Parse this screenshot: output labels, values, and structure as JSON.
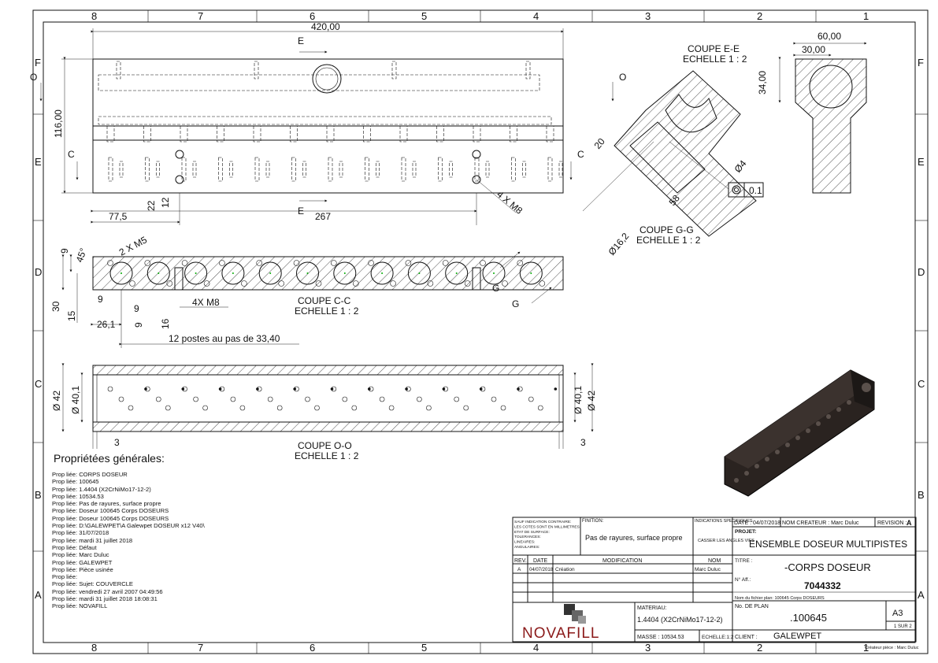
{
  "border": {
    "top_columns": [
      "8",
      "7",
      "6",
      "5",
      "4",
      "3",
      "2",
      "1"
    ],
    "bottom_columns": [
      "8",
      "7",
      "6",
      "5",
      "4",
      "3",
      "2",
      "1"
    ],
    "left_rows": [
      "F",
      "E",
      "D",
      "C",
      "B",
      "A"
    ],
    "right_rows": [
      "F",
      "E",
      "D",
      "C",
      "B",
      "A"
    ]
  },
  "front_view": {
    "dim_length": "420,00",
    "dim_height": "116,00",
    "dim_77": "77,5",
    "dim_267": "267",
    "dim_22": "22",
    "dim_12": "12",
    "thread_note": "4 X M8",
    "section_e_top": "E",
    "section_e_bottom": "E",
    "section_c_left": "C",
    "section_c_right": "C",
    "section_o_left": "O",
    "section_o_right": "O",
    "section_f": "F"
  },
  "section_ee": {
    "title": "COUPE E-E",
    "scale": "ECHELLE 1 : 2"
  },
  "side_view": {
    "dim_60": "60,00",
    "dim_30": "30,00",
    "dim_34": "34,00"
  },
  "section_gg": {
    "title": "COUPE G-G",
    "scale": "ECHELLE 1 : 2",
    "dim_20": "20",
    "dim_58": "58",
    "dim_dia4": "Ø4",
    "dim_dia16": "Ø16,2",
    "tolerance": "0.1"
  },
  "section_cc": {
    "title": "COUPE C-C",
    "scale": "ECHELLE 1 : 2",
    "dim_9a": "9",
    "dim_45": "45°",
    "note_m5": "2 X M5",
    "dim_30": "30",
    "dim_15": "15",
    "dim_9b": "9",
    "dim_9c": "9",
    "dim_9d": "9",
    "dim_26": "26,1",
    "dim_16": "16",
    "note_m8": "4X M8",
    "pitch_note": "12 postes au pas de 33,40",
    "label_g1": "G",
    "label_g2": "G"
  },
  "section_oo": {
    "title": "COUPE O-O",
    "scale": "ECHELLE 1 : 2",
    "dim_d42_left": "Ø 42",
    "dim_d40_left": "Ø 40,1",
    "dim_d42_right": "Ø 42",
    "dim_d40_right": "Ø 40,1",
    "dim_3_left": "3",
    "dim_3_right": "3"
  },
  "properties": {
    "heading": "Propriétées générales:",
    "lines": [
      "Prop liée: CORPS DOSEUR",
      "Prop liée: 100645",
      "Prop liée: 1.4404 (X2CrNiMo17-12-2)",
      "Prop liée: 10534.53",
      "Prop liée: Pas de rayures, surface propre",
      "Prop liée: Doseur 100645 Corps DOSEURS",
      "Prop liée: Doseur 100645 Corps DOSEURS",
      "Prop liée: D:\\GALEWPET\\A Galewpet DOSEUR x12 V40\\",
      "Prop liée: 31/07/2018",
      "Prop liée: mardi 31 juillet 2018",
      "Prop liée: Défaut",
      "Prop liée: Marc Duluc",
      "Prop liée: GALEWPET",
      "Prop liée: Pièce usinée",
      "Prop liée:",
      "Prop liée: Sujet: COUVERCLE",
      "Prop liée: vendredi 27 avril 2007 04:49:56",
      "Prop liée: mardi 31 juillet 2018 18:08:31",
      "Prop liée: NOVAFILL"
    ]
  },
  "title_block": {
    "general_notes": [
      "SAUF INDICATION CONTRAIRE:",
      "LES COTES SONT EN MILLIMETRES",
      "ETAT DE SURFACE:",
      "TOLERANCES:",
      "LINEAIRES:",
      "ANGULAIRES:"
    ],
    "finish_label": "FINITION:",
    "finish_value": "Pas de rayures, surface propre",
    "indications_label": "INDICATIONS SPECIFIQUES",
    "indications_value": "CASSER LES ANGLES VIFS",
    "date_label": "DATE : 04/07/2018",
    "creator_label": "NOM CREATEUR : Marc Duluc",
    "revision_label": "REVISION :",
    "revision_value": "A",
    "project_label": "PROJET:",
    "project_value": "ENSEMBLE DOSEUR MULTIPISTES",
    "rev_header": "REV.",
    "date_header": "DATE",
    "modif_header": "MODIFICATION",
    "nom_header": "NOM",
    "row_rev": "A",
    "row_date": "04/07/2018",
    "row_modif": "Création",
    "row_nom": "Marc Duluc",
    "titre_label": "TITRE :",
    "titre_value": "-CORPS DOSEUR",
    "naff_label": "N° Aff.:",
    "naff_value": "7044332",
    "filename_label": "Nom du fichier plan: 100645 Corps DOSEURS",
    "materiau_label": "MATERIAU:",
    "materiau_value": "1.4404 (X2CrNiMo17-12-2)",
    "noplan_label": "No. DE PLAN",
    "noplan_value": ".100645",
    "format_value": "A3",
    "sheet_value": "1 SUR 2",
    "masse_label": "MASSE : 10534.53",
    "echelle_label": "ECHELLE:1:2",
    "client_label": "CLIENT :",
    "client_value": "GALEWPET",
    "logo_text": "NOVAFILL",
    "footer_creator": "Créateur pièce : Marc Duluc"
  }
}
